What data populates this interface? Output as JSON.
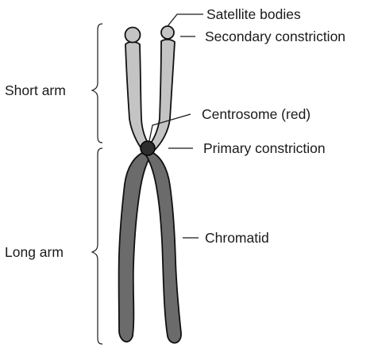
{
  "labels": {
    "satellite_bodies": "Satellite bodies",
    "secondary_constriction": "Secondary constriction",
    "short_arm": "Short arm",
    "centrosome": "Centrosome (red)",
    "primary_constriction": "Primary constriction",
    "long_arm": "Long arm",
    "chromatid": "Chromatid"
  },
  "colors": {
    "short_arm_fill": "#c4c4c4",
    "long_arm_fill": "#6b6b6b",
    "centromere_fill": "#2e2e2e",
    "outline": "#111111",
    "background": "#ffffff"
  }
}
